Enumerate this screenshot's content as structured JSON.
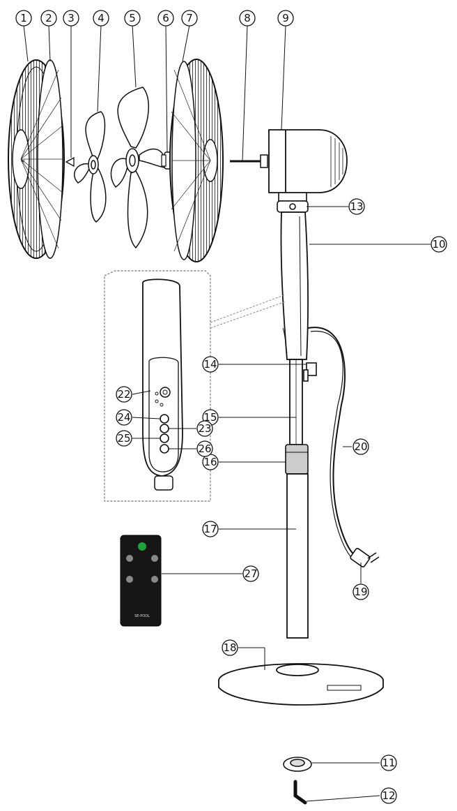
{
  "diagram": {
    "callouts": [
      {
        "id": "c1",
        "label": "1"
      },
      {
        "id": "c2",
        "label": "2"
      },
      {
        "id": "c3",
        "label": "3"
      },
      {
        "id": "c4",
        "label": "4"
      },
      {
        "id": "c5",
        "label": "5"
      },
      {
        "id": "c6",
        "label": "6"
      },
      {
        "id": "c7",
        "label": "7"
      },
      {
        "id": "c8",
        "label": "8"
      },
      {
        "id": "c9",
        "label": "9"
      },
      {
        "id": "c10",
        "label": "10"
      },
      {
        "id": "c11",
        "label": "11"
      },
      {
        "id": "c12",
        "label": "12"
      },
      {
        "id": "c13",
        "label": "13"
      },
      {
        "id": "c14",
        "label": "14"
      },
      {
        "id": "c15",
        "label": "15"
      },
      {
        "id": "c16",
        "label": "16"
      },
      {
        "id": "c17",
        "label": "17"
      },
      {
        "id": "c18",
        "label": "18"
      },
      {
        "id": "c19",
        "label": "19"
      },
      {
        "id": "c20",
        "label": "20"
      },
      {
        "id": "c22",
        "label": "22"
      },
      {
        "id": "c23",
        "label": "23"
      },
      {
        "id": "c24",
        "label": "24"
      },
      {
        "id": "c25",
        "label": "25"
      },
      {
        "id": "c26",
        "label": "26"
      },
      {
        "id": "c27",
        "label": "27"
      }
    ],
    "remote_brand": "SE-POOL",
    "colors": {
      "line": "#111111",
      "remote_body": "#161616",
      "remote_power": "#1f9e3a",
      "detail_border": "#888888"
    }
  }
}
